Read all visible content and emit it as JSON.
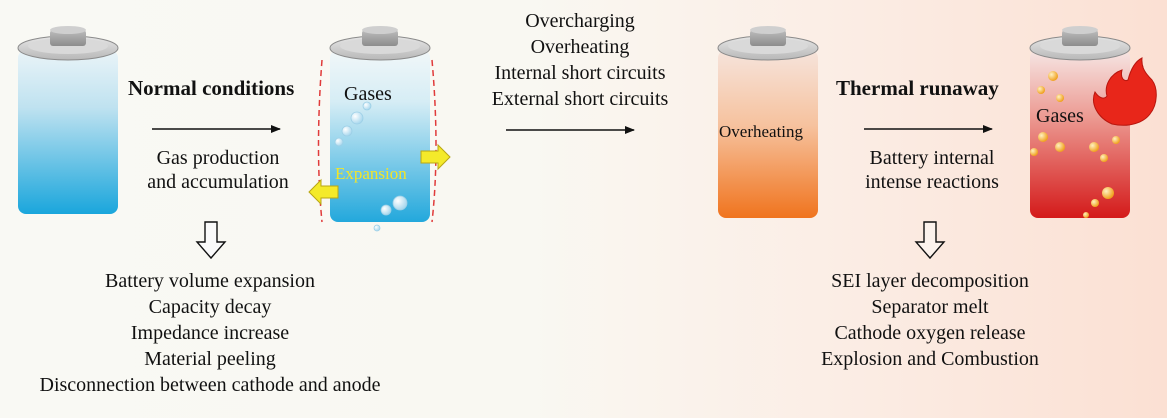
{
  "normal": {
    "heading": "Normal conditions",
    "process": [
      "Gas production",
      "and accumulation"
    ],
    "gases": "Gases",
    "expansion": "Expansion",
    "effects": [
      "Battery volume expansion",
      "Capacity decay",
      "Impedance increase",
      "Material peeling",
      "Disconnection between cathode and anode"
    ]
  },
  "triggers": [
    "Overcharging",
    "Overheating",
    "Internal short circuits",
    "External short circuits"
  ],
  "abuse": {
    "overheating": "Overheating",
    "heading": "Thermal runaway",
    "process": [
      "Battery internal",
      "intense reactions"
    ],
    "gases": "Gases",
    "effects": [
      "SEI layer decomposition",
      "Separator melt",
      "Cathode oxygen release",
      "Explosion and Combustion"
    ]
  },
  "colors": {
    "normal_top": "#eaf4f8",
    "normal_bottom": "#1aa6dc",
    "overheat_top": "#f6e4dc",
    "overheat_bottom": "#f0741e",
    "runaway_top": "#f6e6e4",
    "runaway_bottom": "#d41a1a",
    "expansion_arrow": "#f4ea2a",
    "fire": "#e8261a"
  }
}
